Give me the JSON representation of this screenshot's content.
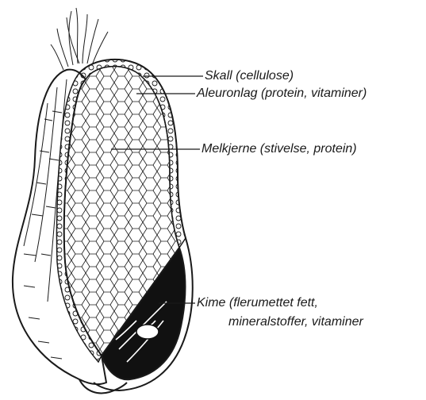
{
  "diagram": {
    "labels": {
      "skall": "Skall (cellulose)",
      "aleuronlag": "Aleuronlag (protein, vitaminer)",
      "melkjerne": "Melkjerne (stivelse, protein)",
      "kime_line1": "Kime (flerumettet fett,",
      "kime_line2": "mineralstoffer, vitaminer"
    },
    "colors": {
      "ink": "#1a1a1a",
      "background": "#ffffff"
    }
  }
}
